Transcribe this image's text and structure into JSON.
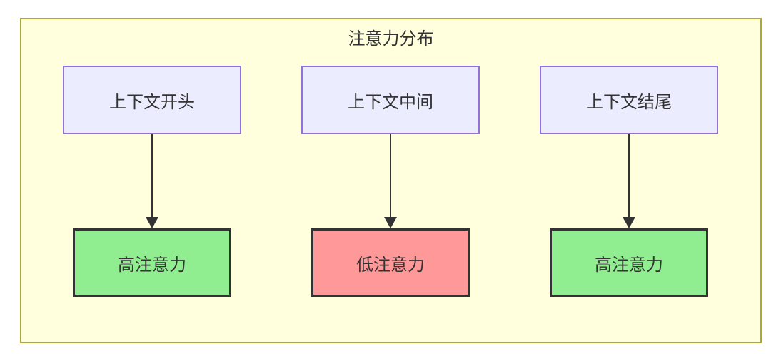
{
  "diagram": {
    "title": "注意力分布",
    "columns": [
      {
        "source": "上下文开头",
        "target": "高注意力",
        "level": "high"
      },
      {
        "source": "上下文中间",
        "target": "低注意力",
        "level": "low"
      },
      {
        "source": "上下文结尾",
        "target": "高注意力",
        "level": "high"
      }
    ],
    "colors": {
      "canvas_background": "#ffffff",
      "frame_fill": "#ffffde",
      "frame_border": "#aaaa33",
      "source_node_fill": "#ececff",
      "source_node_border": "#9370db",
      "high_attention_fill": "#90ee90",
      "low_attention_fill": "#ff9999",
      "result_node_border": "#333333",
      "arrow": "#333333",
      "text": "#333333"
    }
  }
}
